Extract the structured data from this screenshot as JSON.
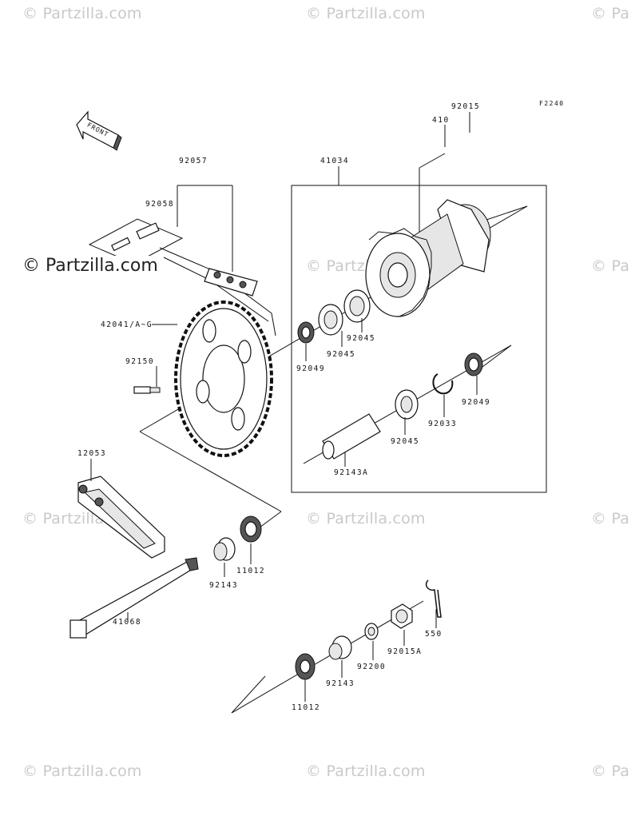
{
  "watermarks": {
    "text": "© Partzilla.com",
    "partial": "© Pa",
    "featured": "© Partzilla.com"
  },
  "diagram": {
    "figure_code": "F2240",
    "front_arrow": "FRONT"
  },
  "labels": {
    "p92015": "92015",
    "p410": "410",
    "p41034": "41034",
    "p92057": "92057",
    "p92058": "92058",
    "p42041": "42041/A~G",
    "p92045a": "92045",
    "p92045b": "92045",
    "p92049a": "92049",
    "p92150": "92150",
    "p92049b": "92049",
    "p92033": "92033",
    "p92045c": "92045",
    "p92143A": "92143A",
    "p12053": "12053",
    "p11012a": "11012",
    "p92143a": "92143",
    "p41068": "41068",
    "p550": "550",
    "p92015A": "92015A",
    "p92200": "92200",
    "p92143b": "92143",
    "p11012b": "11012"
  }
}
